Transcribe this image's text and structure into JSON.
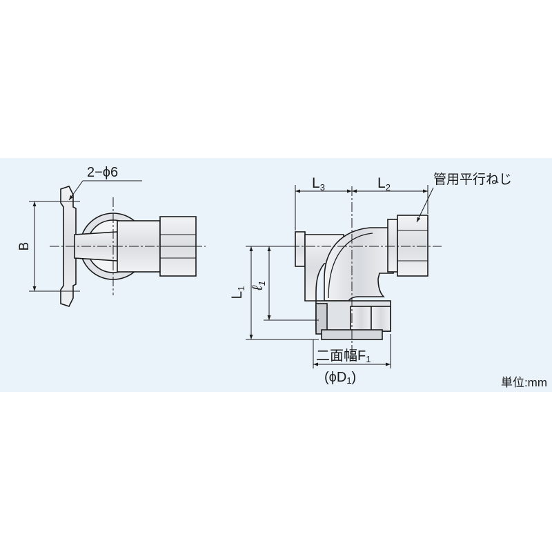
{
  "drawing": {
    "side_view": {
      "hole_callout": "2−ϕ6",
      "height_dimension": "B"
    },
    "front_view": {
      "l3": "L",
      "l3_sub": "3",
      "l2": "L",
      "l2_sub": "2",
      "thread_note": "管用平行ねじ",
      "l1": "L",
      "l1_sub": "1",
      "small_l1": "ℓ",
      "small_l1_sub": "1",
      "flats": "二面幅F",
      "flats_sub": "1",
      "diameter_open": "(ϕD",
      "diameter_sub": "1",
      "diameter_close": ")"
    },
    "unit_note": "単位:mm",
    "colors": {
      "background_panel": "#eaf3fa",
      "line": "#1a1a1a",
      "metal_fill": "#e4e6e9",
      "metal_shade": "#c9ccd1"
    }
  }
}
